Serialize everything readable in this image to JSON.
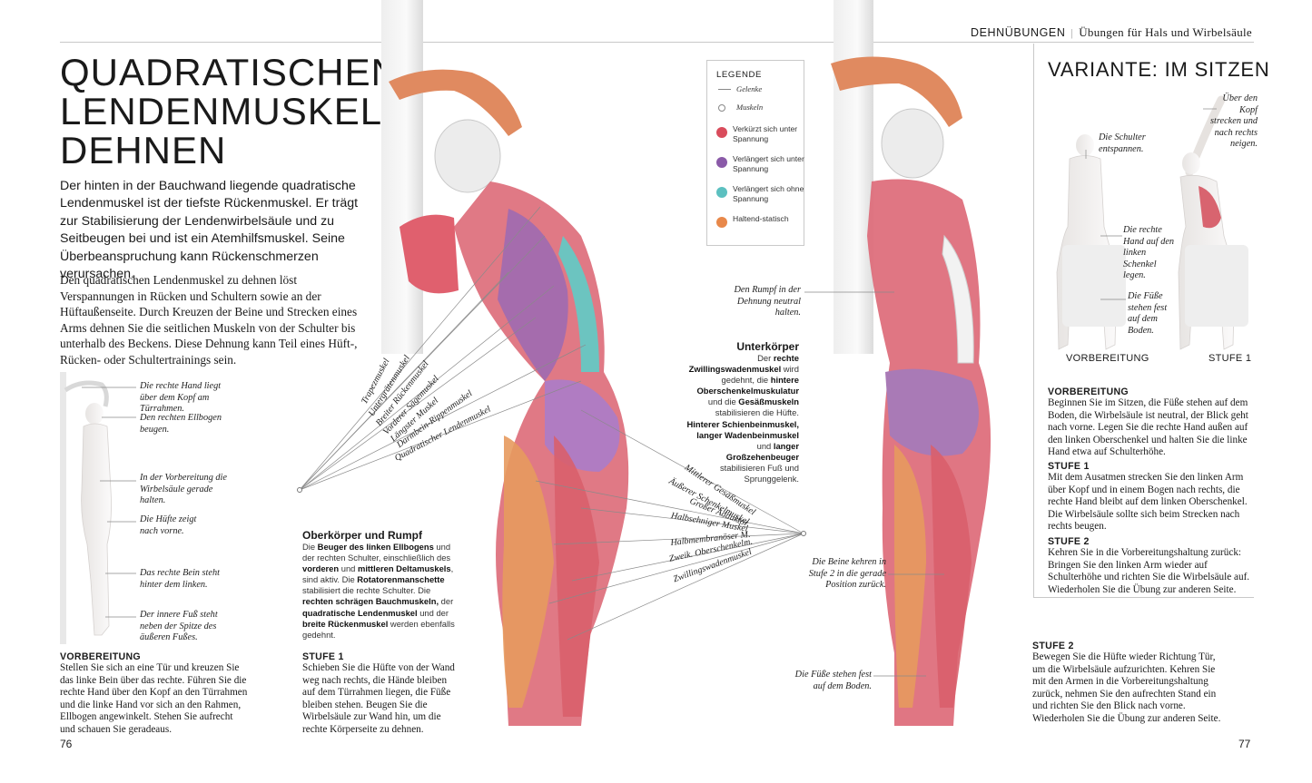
{
  "running_head": {
    "section": "DEHNÜBUNGEN",
    "separator": "|",
    "subtitle": "Übungen für Hals und Wirbelsäule"
  },
  "title_lines": [
    "QUADRATISCHEN",
    "LENDENMUSKEL",
    "DEHNEN"
  ],
  "intro": "Der hinten in der Bauchwand liegende quadratische Lendenmuskel ist der tiefste Rückenmuskel. Er trägt zur Stabilisierung der Lendenwirbelsäule und zu Seitbeugen bei und ist ein Atemhilfsmuskel. Seine Überbeanspruchung kann Rückenschmerzen verursachen.",
  "body": "Den quadratischen Lendenmuskel zu dehnen löst Verspannungen in Rücken und Schultern sowie an der Hüftaußenseite. Durch Kreuzen der Beine und Strecken eines Arms dehnen Sie die seitlichen Muskeln von der Schulter bis unterhalb des Beckens. Diese Dehnung kann Teil eines Hüft-, Rücken- oder Schultertrainings sein.",
  "prep_figure_labels": [
    "Die rechte Hand liegt über dem Kopf am Türrahmen.",
    "Den rechten Ellbogen beugen.",
    "In der Vorbereitung die Wirbelsäule gerade halten.",
    "Die Hüfte zeigt nach vorne.",
    "Das rechte Bein steht hinter dem linken.",
    "Der innere Fuß steht neben der Spitze des äußeren Fußes."
  ],
  "prep": {
    "heading": "VORBEREITUNG",
    "text": "Stellen Sie sich an eine Tür und kreuzen Sie das linke Bein über das rechte. Führen Sie die rechte Hand über den Kopf an den Türrahmen und die linke Hand vor sich an den Rahmen, Ellbogen angewinkelt. Stehen Sie aufrecht und schauen Sie geradeaus."
  },
  "upper_muscles": [
    "Trapezmuskel",
    "Untergrätenmuskel",
    "Breiter Rückenmuskel",
    "Vorderer Sägemuskel",
    "Längster Muskel",
    "Darmbein-Rippenmuskel",
    "Quadratischer Lendenmuskel"
  ],
  "upper_body": {
    "heading": "Oberkörper und Rumpf",
    "parts": [
      {
        "t": "Die ",
        "b": false
      },
      {
        "t": "Beuger des linken Ellbogens",
        "b": true
      },
      {
        "t": " und der rechten Schulter, einschließlich des ",
        "b": false
      },
      {
        "t": "vorderen",
        "b": true
      },
      {
        "t": " und ",
        "b": false
      },
      {
        "t": "mittleren Deltamuskels",
        "b": true
      },
      {
        "t": ", sind aktiv. Die ",
        "b": false
      },
      {
        "t": "Rotatorenmanschette",
        "b": true
      },
      {
        "t": " stabilisiert die rechte Schulter. Die ",
        "b": false
      },
      {
        "t": "rechten schrägen Bauchmuskeln,",
        "b": true
      },
      {
        "t": " der ",
        "b": false
      },
      {
        "t": "quadratische Lendenmuskel",
        "b": true
      },
      {
        "t": " und der ",
        "b": false
      },
      {
        "t": "breite Rückenmuskel",
        "b": true
      },
      {
        "t": " werden ebenfalls gedehnt.",
        "b": false
      }
    ]
  },
  "stage1": {
    "heading": "STUFE 1",
    "text": "Schieben Sie die Hüfte von der Wand weg nach rechts, die Hände bleiben auf dem Türrahmen liegen, die Füße bleiben stehen. Beugen Sie die Wirbelsäule zur Wand hin, um die rechte Körperseite zu dehnen."
  },
  "lower_muscles": [
    "Mittlerer Gesäßmuskel",
    "Äußerer Schenkelmuskel",
    "Großer Adduktor",
    "Halbsehniger Muskel",
    "Halbmembranöser M.",
    "Zweik. Oberschenkelm.",
    "Zwillingswadenmuskel"
  ],
  "lower_body": {
    "heading": "Unterkörper",
    "parts": [
      {
        "t": "Der ",
        "b": false
      },
      {
        "t": "rechte Zwillingswadenmuskel",
        "b": true
      },
      {
        "t": " wird gedehnt, die ",
        "b": false
      },
      {
        "t": "hintere Oberschenkelmuskulatur",
        "b": true
      },
      {
        "t": " und die ",
        "b": false
      },
      {
        "t": "Gesäßmuskeln",
        "b": true
      },
      {
        "t": " stabilisieren die Hüfte. ",
        "b": false
      },
      {
        "t": "Hinterer Schienbeinmuskel, langer Wadenbeinmuskel",
        "b": true
      },
      {
        "t": " und ",
        "b": false
      },
      {
        "t": "langer Großzehenbeuger",
        "b": true
      },
      {
        "t": " stabilisieren Fuß und Sprunggelenk.",
        "b": false
      }
    ]
  },
  "legend": {
    "title": "LEGENDE",
    "joints": "Gelenke",
    "muscles": "Muskeln",
    "items": [
      {
        "label": "Verkürzt sich unter Spannung",
        "color": "#d94c5c"
      },
      {
        "label": "Verlängert sich unter Spannung",
        "color": "#8a5aa8"
      },
      {
        "label": "Verlängert sich ohne Spannung",
        "color": "#5cc0c0"
      },
      {
        "label": "Haltend-statisch",
        "color": "#e8884a"
      }
    ]
  },
  "right_figure_labels": {
    "trunk": "Den Rumpf in der Dehnung neutral halten.",
    "legs": "Die Beine kehren in Stufe 2 in die gerade Position zurück.",
    "feet": "Die Füße stehen fest auf dem Boden."
  },
  "variant": {
    "title": "VARIANTE: IM SITZEN",
    "labels": {
      "shoulder": "Die Schulter entspannen.",
      "hand": "Die rechte Hand auf den linken Schenkel legen.",
      "feet": "Die Füße stehen fest auf dem Boden.",
      "head": "Über den Kopf strecken und nach rechts neigen."
    },
    "captions": [
      "VORBEREITUNG",
      "STUFE 1"
    ],
    "prep": {
      "heading": "VORBEREITUNG",
      "text": "Beginnen Sie im Sitzen, die Füße stehen auf dem Boden, die Wirbelsäule ist neutral, der Blick geht nach vorne. Legen Sie die rechte Hand außen auf den linken Oberschenkel und halten Sie die linke Hand etwa auf Schulterhöhe."
    },
    "stage1": {
      "heading": "STUFE 1",
      "text": "Mit dem Ausatmen strecken Sie den linken Arm über Kopf und in einem Bogen nach rechts, die rechte Hand bleibt auf dem linken Oberschenkel. Die Wirbelsäule sollte sich beim Strecken nach rechts beugen."
    },
    "stage2": {
      "heading": "STUFE 2",
      "text": "Kehren Sie in die Vorbereitungshaltung zurück: Bringen Sie den linken Arm wieder auf Schulterhöhe und richten Sie die Wirbelsäule auf. Wiederholen Sie die Übung zur anderen Seite."
    }
  },
  "stage2": {
    "heading": "STUFE 2",
    "text": "Bewegen Sie die Hüfte wieder Richtung Tür, um die Wirbelsäule aufzurichten. Kehren Sie mit den Armen in die Vorbereitungshaltung zurück, nehmen Sie den aufrechten Stand ein und richten Sie den Blick nach vorne. Wiederholen Sie die Übung zur anderen Seite."
  },
  "page_numbers": [
    "76",
    "77"
  ]
}
